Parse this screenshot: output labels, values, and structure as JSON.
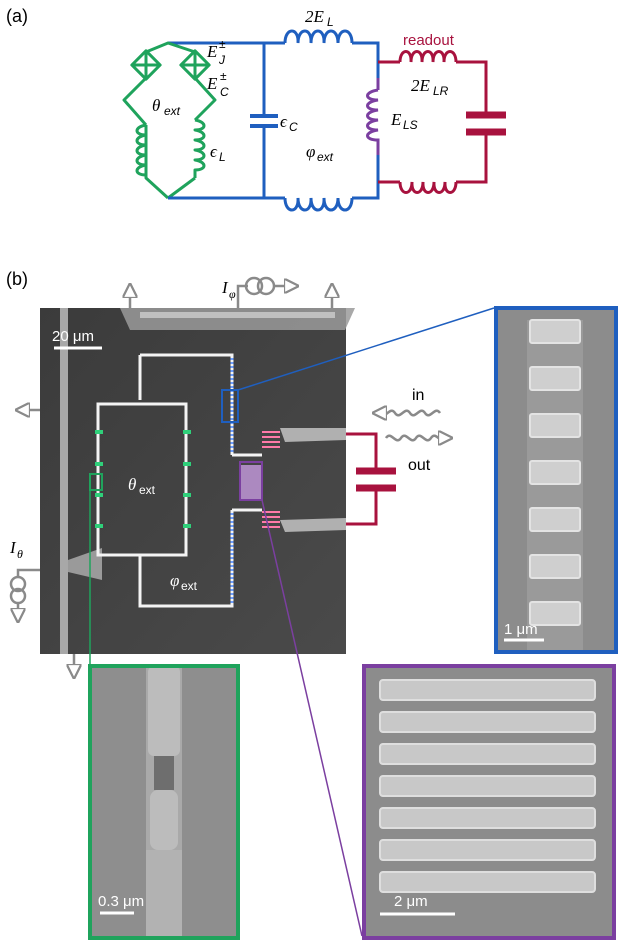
{
  "panel_a": {
    "label": "(a)",
    "green_loop": {
      "junction_energy": "E",
      "junction_sup": "±",
      "junction_sub": "J",
      "charge_energy": "E",
      "charge_sup": "±",
      "charge_sub": "C",
      "flux": "θ",
      "flux_sub": "ext",
      "inductive_energy": "ϵ",
      "inductive_sub": "L"
    },
    "blue_loop": {
      "top_inductor": "2E",
      "top_inductor_sub": "L",
      "capacitor": "ϵ",
      "capacitor_sub": "C",
      "flux": "φ",
      "flux_sub": "ext"
    },
    "shared_inductor": {
      "label": "E",
      "sub": "LS"
    },
    "readout": {
      "title": "readout",
      "inductor": "2E",
      "inductor_sub": "LR"
    },
    "colors": {
      "green": "#1fa35c",
      "blue": "#1f5fbf",
      "purple": "#7b3fa0",
      "crimson": "#a8123e",
      "gray": "#8a8a8a"
    }
  },
  "panel_b": {
    "label": "(b)",
    "scale_main": "20 μm",
    "flux_bias_phi": {
      "symbol": "I",
      "sub": "φ"
    },
    "flux_bias_theta": {
      "symbol": "I",
      "sub": "θ"
    },
    "theta_label": {
      "symbol": "θ",
      "sub": "ext"
    },
    "phi_label": {
      "symbol": "φ",
      "sub": "ext"
    },
    "signal_in": "in",
    "signal_out": "out",
    "inset_blue_scale": "1 μm",
    "inset_green_scale": "0.3 μm",
    "inset_purple_scale": "2 μm"
  }
}
